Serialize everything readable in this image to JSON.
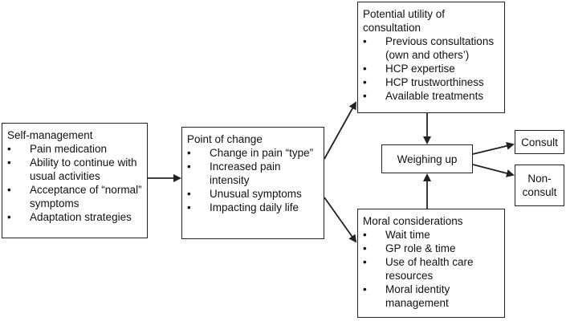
{
  "bullet_glyph": "•",
  "self_management": {
    "title": "Self-management",
    "items": [
      "Pain medication",
      "Ability to continue with\nusual activities",
      "Acceptance of “normal”\nsymptoms",
      "Adaptation strategies"
    ]
  },
  "point_of_change": {
    "title": "Point of change",
    "items": [
      "Change in pain “type”",
      "Increased pain\nintensity",
      "Unusual symptoms",
      "Impacting daily life"
    ]
  },
  "potential_utility": {
    "title": "Potential utility of\nconsultation",
    "items": [
      "Previous consultations\n(own and others’)",
      "HCP expertise",
      "HCP trustworthiness",
      "Available treatments"
    ]
  },
  "moral_considerations": {
    "title": "Moral considerations",
    "items": [
      "Wait time",
      "GP role & time",
      "Use of health care\nresources",
      "Moral identity\nmanagement"
    ]
  },
  "weighing_up": {
    "label": "Weighing up"
  },
  "consult": {
    "label": "Consult"
  },
  "non_consult": {
    "label": "Non-\nconsult"
  }
}
